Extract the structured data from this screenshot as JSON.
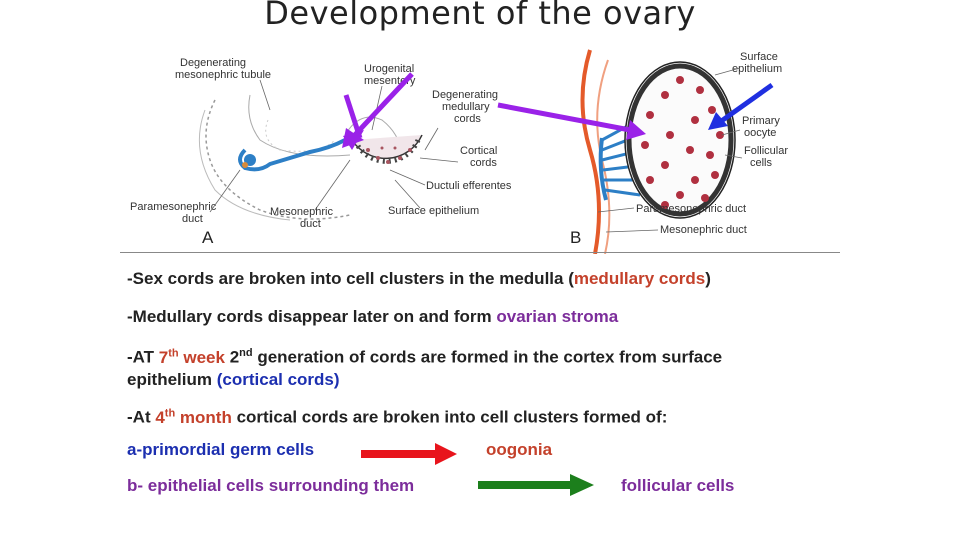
{
  "title": "Development of the ovary",
  "figure": {
    "labels_a": {
      "degenerating_tubule_1": "Degenerating",
      "degenerating_tubule_2": "mesonephric tubule",
      "urogenital_1": "Urogenital",
      "urogenital_2": "mesentery",
      "medullary_1": "Degenerating",
      "medullary_2": "medullary",
      "medullary_3": "cords",
      "cortical_1": "Cortical",
      "cortical_2": "cords",
      "ductuli": "Ductuli efferentes",
      "paramesonephric_1": "Paramesonephric",
      "paramesonephric_2": "duct",
      "mesonephric_1": "Mesonephric",
      "mesonephric_2": "duct",
      "surface": "Surface epithelium",
      "panel": "A"
    },
    "labels_b": {
      "surface_1": "Surface",
      "surface_2": "epithelium",
      "oocyte_1": "Primary",
      "oocyte_2": "oocyte",
      "follicular_1": "Follicular",
      "follicular_2": "cells",
      "paramesonephric": "Paramesonephric duct",
      "mesonephric": "Mesonephric duct",
      "panel": "B"
    }
  },
  "text": {
    "l1_a": "-Sex cords are broken into cell clusters in the medulla (",
    "l1_b": "medullary cords",
    "l1_c": ")",
    "l2_a": "-Medullary cords disappear later on and form ",
    "l2_b": "ovarian stroma",
    "l3_a": "-AT ",
    "l3_num": "7",
    "l3_sup": "th",
    "l3_week": " week",
    "l3_2": " 2",
    "l3_sup2": "nd",
    "l3_rest": " generation of cords are formed in the cortex from surface",
    "l3b_a": "epithelium ",
    "l3b_b": "(cortical cords)",
    "l4_a": "-At ",
    "l4_num": "4",
    "l4_sup": "th",
    "l4_month": " month",
    "l4_rest": " cortical cords are broken into cell clusters formed of:",
    "a_item": "a-primordial germ cells",
    "a_result": "oogonia",
    "b_item": "b- epithelial cells surrounding them",
    "b_result": "follicular cells"
  },
  "colors": {
    "arrow_red": "#e8141c",
    "arrow_green": "#1c7f1c",
    "arrow_purple": "#9a22e8",
    "arrow_blue": "#1f2fe0"
  }
}
